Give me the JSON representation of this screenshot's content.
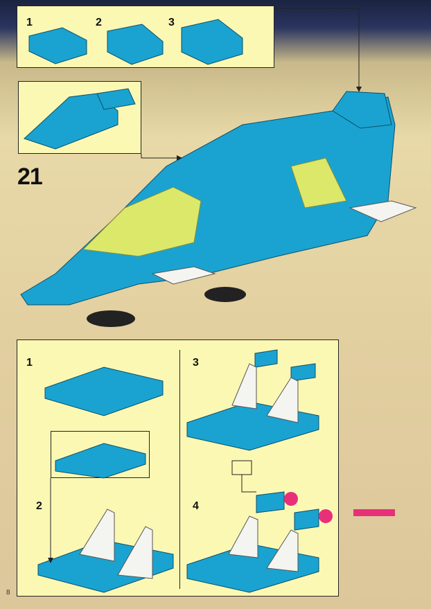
{
  "page_number": "8",
  "main_step": "21",
  "top_substeps": [
    "1",
    "2",
    "3"
  ],
  "bottom_substeps": [
    "1",
    "2",
    "3",
    "4"
  ],
  "colors": {
    "brick": "#1aa3d0",
    "canopy": "#f2f060",
    "panel": "#fbf8b4",
    "background": "#e2cfa0",
    "space": "#1a2340"
  }
}
